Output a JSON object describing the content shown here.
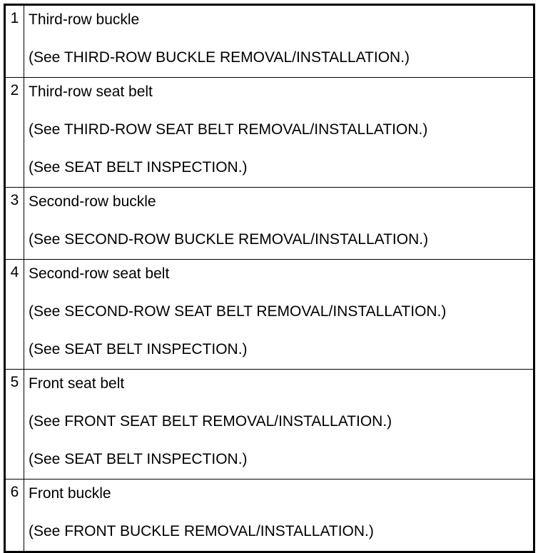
{
  "rows": [
    {
      "number": "1",
      "title": "Third-row buckle",
      "refs": [
        "(See THIRD-ROW BUCKLE REMOVAL/INSTALLATION.)"
      ]
    },
    {
      "number": "2",
      "title": "Third-row seat belt",
      "refs": [
        "(See THIRD-ROW SEAT BELT REMOVAL/INSTALLATION.)",
        "(See SEAT BELT INSPECTION.)"
      ]
    },
    {
      "number": "3",
      "title": "Second-row buckle",
      "refs": [
        "(See SECOND-ROW BUCKLE REMOVAL/INSTALLATION.)"
      ]
    },
    {
      "number": "4",
      "title": "Second-row seat belt",
      "refs": [
        "(See SECOND-ROW SEAT BELT REMOVAL/INSTALLATION.)",
        "(See SEAT BELT INSPECTION.)"
      ]
    },
    {
      "number": "5",
      "title": "Front seat belt",
      "refs": [
        "(See FRONT SEAT BELT REMOVAL/INSTALLATION.)",
        "(See SEAT BELT INSPECTION.)"
      ]
    },
    {
      "number": "6",
      "title": "Front buckle",
      "refs": [
        "(See FRONT BUCKLE REMOVAL/INSTALLATION.)"
      ]
    }
  ]
}
